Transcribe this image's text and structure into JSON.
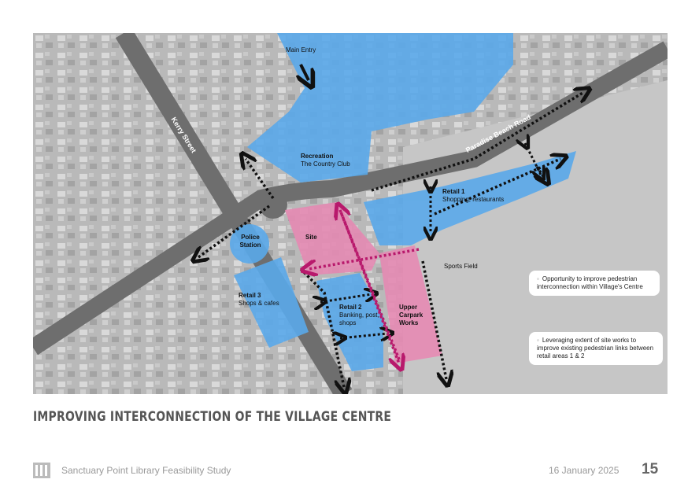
{
  "map": {
    "labels": {
      "main_entry": "Main Entry",
      "kerry_street": "Kerry Street",
      "paradise_beach_road": "Paradise Beach Road",
      "recreation_title": "Recreation",
      "recreation_sub": "The Country Club",
      "retail1_title": "Retail 1",
      "retail1_sub": "Shopping, restaurants",
      "police_line1": "Police",
      "police_line2": "Station",
      "site": "Site",
      "sports_field": "Sports Field",
      "retail3_title": "Retail 3",
      "retail3_sub": "Shops & cafes",
      "retail2_title": "Retail 2",
      "retail2_sub1": "Banking, post,",
      "retail2_sub2": "shops",
      "upper1": "Upper",
      "upper2": "Carpark",
      "upper3": "Works"
    },
    "callouts": [
      {
        "bullet": "◦",
        "text": "Opportunity to improve pedestrian interconnection within Village's Centre"
      },
      {
        "bullet": "◦",
        "text": "Leveraging extent of site works to improve existing pedestrian links between retail areas 1 & 2"
      }
    ],
    "colors": {
      "blue_zone": "#5aa9ea",
      "pink_zone": "#e58ab3",
      "arrow_black": "#111111",
      "arrow_magenta": "#b8196c",
      "road": "#6e6e6e"
    }
  },
  "heading": "IMPROVING INTERCONNECTION OF THE VILLAGE CENTRE",
  "footer": {
    "study": "Sanctuary Point Library Feasibility Study",
    "date": "16 January 2025",
    "page": "15"
  }
}
